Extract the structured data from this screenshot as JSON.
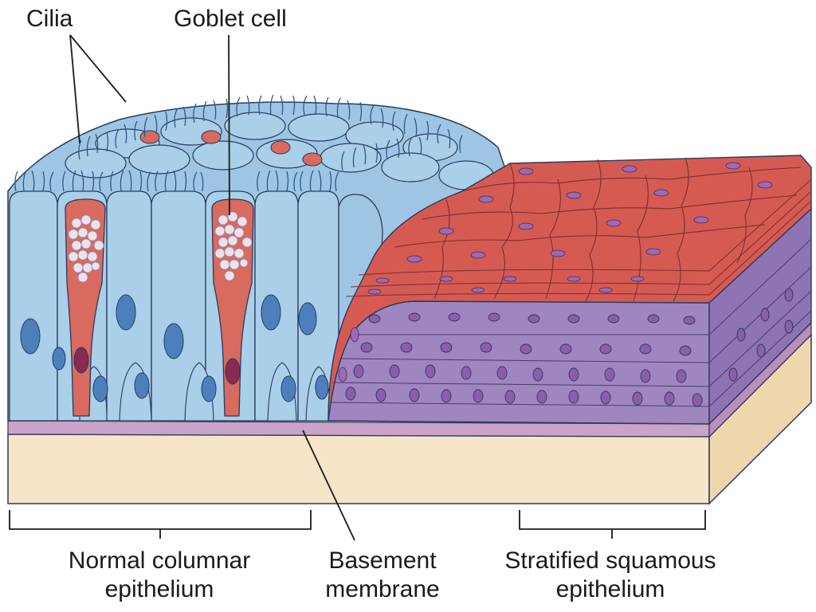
{
  "labels": {
    "cilia": "Cilia",
    "goblet_cell": "Goblet cell",
    "normal_columnar_line1": "Normal columnar",
    "normal_columnar_line2": "epithelium",
    "basement_line1": "Basement",
    "basement_line2": "membrane",
    "stratified_line1": "Stratified squamous",
    "stratified_line2": "epithelium"
  },
  "colors": {
    "columnar_cell": "#a9cfe9",
    "columnar_dark": "#8dbadc",
    "nucleus_blue": "#4e7fbd",
    "goblet_cell": "#d86a5f",
    "goblet_nucleus": "#8a2a52",
    "mucus": "#e9e3ee",
    "squamous_top": "#d55b52",
    "squamous_purple": "#9f86c1",
    "nucleus_purple": "#8a5ea8",
    "basement_membrane": "#c9a3c8",
    "connective_tissue": "#f6e5c9",
    "connective_side": "#eed6ad",
    "outline": "#2b3a5c"
  }
}
